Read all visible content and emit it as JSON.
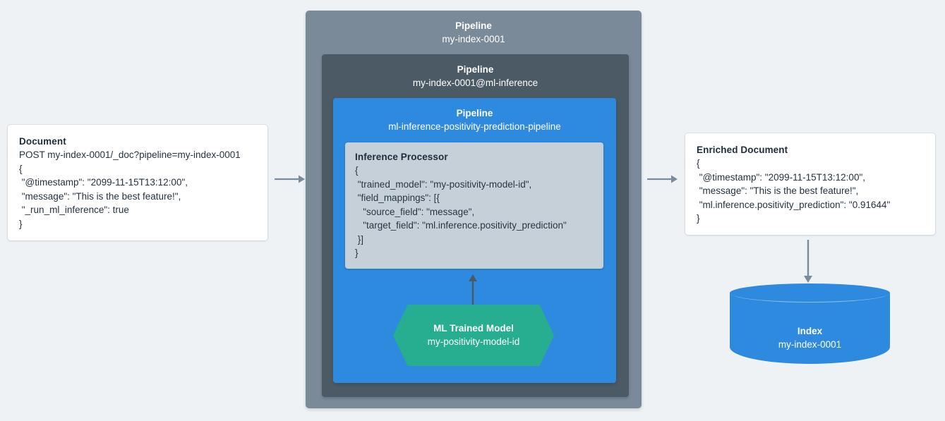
{
  "background_color": "#eef2f5",
  "palette": {
    "outer_pipeline": "#7b8a99",
    "mid_pipeline": "#4c5a66",
    "inner_pipeline": "#2e8ade",
    "processor_card": "#c6d0d8",
    "ml_model": "#27ad8f",
    "index_cylinder": "#2e8ade",
    "arrow": "#7a8b9c",
    "card_background": "#ffffff",
    "text_dark": "#21303f",
    "text_light": "#ffffff"
  },
  "document": {
    "title": "Document",
    "lines": [
      "POST my-index-0001/_doc?pipeline=my-index-0001",
      "{",
      " \"@timestamp\": \"2099-11-15T13:12:00\",",
      " \"message\": \"This is the best feature!\",",
      " \"_run_ml_inference\": true",
      "}"
    ]
  },
  "pipelines": {
    "outer": {
      "kind": "Pipeline",
      "name": "my-index-0001"
    },
    "middle": {
      "kind": "Pipeline",
      "name": "my-index-0001@ml-inference"
    },
    "inner": {
      "kind": "Pipeline",
      "name": "ml-inference-positivity-prediction-pipeline"
    }
  },
  "processor": {
    "title": "Inference Processor",
    "lines": [
      "{",
      " \"trained_model\": \"my-positivity-model-id\",",
      " \"field_mappings\": [{",
      "   \"source_field\": \"message\",",
      "   \"target_field\": \"ml.inference.positivity_prediction\"",
      " }]",
      "}"
    ]
  },
  "ml_model": {
    "title": "ML Trained Model",
    "name": "my-positivity-model-id"
  },
  "enriched_document": {
    "title": "Enriched Document",
    "lines": [
      "{",
      " \"@timestamp\": \"2099-11-15T13:12:00\",",
      " \"message\": \"This is the best feature!\",",
      " \"ml.inference.positivity_prediction\": \"0.91644\"",
      "}"
    ]
  },
  "index": {
    "title": "Index",
    "name": "my-index-0001"
  },
  "arrows": [
    {
      "id": "doc-to-pipeline",
      "direction": "right"
    },
    {
      "id": "pipeline-to-enriched",
      "direction": "right"
    },
    {
      "id": "enriched-to-index",
      "direction": "down"
    },
    {
      "id": "model-to-processor",
      "direction": "up"
    }
  ]
}
